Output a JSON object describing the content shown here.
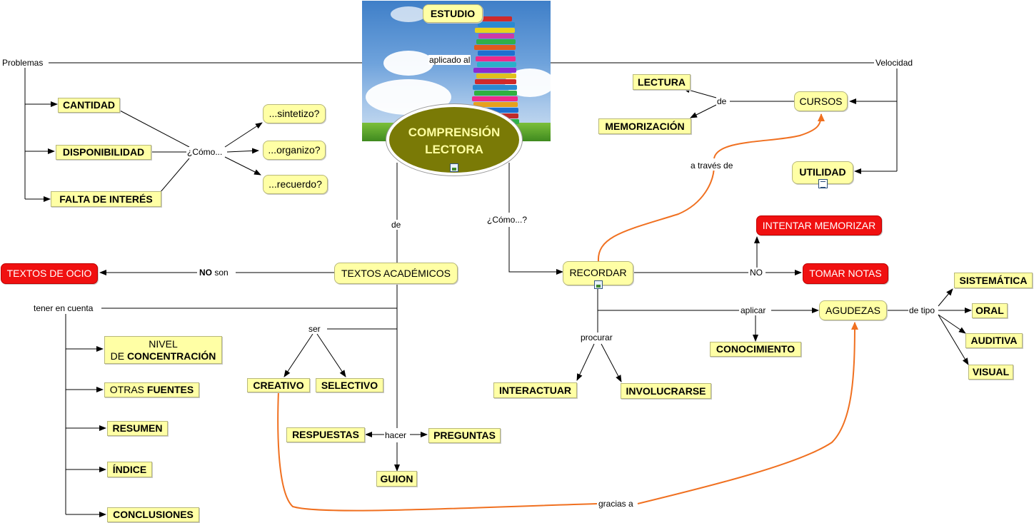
{
  "center": {
    "line1": "COMPRENSIÓN",
    "line2": "LECTORA"
  },
  "nodes": {
    "estudio": "ESTUDIO",
    "cantidad": "CANTIDAD",
    "disponibilidad": "DISPONIBILIDAD",
    "falta_interes": "FALTA DE INTERÉS",
    "sintetizo": "...sintetizo?",
    "organizo": "...organizo?",
    "recuerdo": "...recuerdo?",
    "lectura": "LECTURA",
    "memorizacion": "MEMORIZACIÓN",
    "cursos": "CURSOS",
    "utilidad": "UTILIDAD",
    "textos_ocio": "TEXTOS DE OCIO",
    "textos_academicos": "TEXTOS ACADÉMICOS",
    "intentar_memorizar": "INTENTAR MEMORIZAR",
    "recordar": "RECORDAR",
    "tomar_notas": "TOMAR NOTAS",
    "nivel_line1": "NIVEL",
    "nivel_de": "DE ",
    "nivel_concentracion": "CONCENTRACIÓN",
    "otras": "OTRAS ",
    "fuentes": "FUENTES",
    "resumen": "RESUMEN",
    "indice": "ÍNDICE",
    "conclusiones": "CONCLUSIONES",
    "creativo": "CREATIVO",
    "selectivo": "SELECTIVO",
    "respuestas": "RESPUESTAS",
    "preguntas": "PREGUNTAS",
    "guion": "GUION",
    "interactuar": "INTERACTUAR",
    "involucrarse": "INVOLUCRARSE",
    "conocimiento": "CONOCIMIENTO",
    "agudezas": "AGUDEZAS",
    "sistematica": "SISTEMÁTICA",
    "oral": "ORAL",
    "auditiva": "AUDITIVA",
    "visual": "VISUAL"
  },
  "labels": {
    "aplicado_al": "aplicado al",
    "problemas": "Problemas",
    "como1": "¿Cómo...",
    "velocidad": "Velocidad",
    "de_cursos": "de",
    "a_traves_de": "a través de",
    "de_center": "de",
    "como2": "¿Cómo...?",
    "no_bold": "NO",
    "son": " son",
    "no2": "NO",
    "tener_en_cuenta": "tener en cuenta",
    "ser": "ser",
    "hacer": "hacer",
    "procurar": "procurar",
    "aplicar": "aplicar",
    "de_tipo": "de tipo",
    "gracias_a": "gracias a"
  },
  "colors": {
    "node_fill": "#ffffa5",
    "center_fill": "#7a7a06",
    "red_node": "#f01010",
    "orange_link": "#f07020",
    "line": "#000000"
  }
}
